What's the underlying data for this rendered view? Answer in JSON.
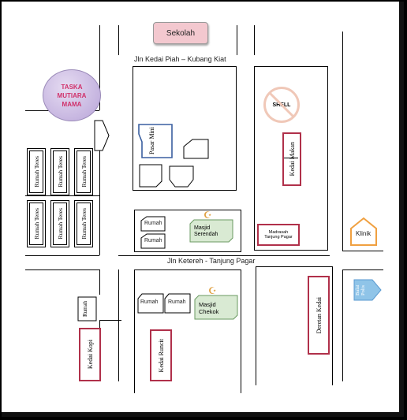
{
  "landmarks": {
    "sekolah": "Sekolah",
    "taska": [
      "TASKA",
      "MUTIARA",
      "MAMA"
    ],
    "pasar_mini": "Pasar Mini",
    "shell": "SHELL",
    "kedai_makan": "Kedai Makan",
    "rumah_teres": "Rumah Teres",
    "rumah": "Rumah",
    "masjid_serendah": [
      "Masjid",
      "Serendah"
    ],
    "madrasah": [
      "Madrasah",
      "Tanjung Pagar"
    ],
    "klinik": "Klinik",
    "masjid_chekok": [
      "Masjid",
      "Chekok"
    ],
    "kedai_kopi": "Kedai Kopi",
    "kedai_runcit": "Kedai Runcit",
    "deretan_kedai": "Deretan Kedai",
    "balai_polis": "Balai Polis"
  },
  "roads": {
    "top": "Jln Kedai Piah – Kubang Kiat",
    "middle": "Jln Ketereh - Tanjung Pagar"
  },
  "colors": {
    "brand_red": "#b0304a",
    "taska_fill": "#c9b8e0",
    "taska_text": "#d0306a",
    "sekolah_fill": "#f3c8cf",
    "masjid_fill": "#d9ead3",
    "klinik_orange": "#f0a040",
    "pasar_blue": "#3a5fa0",
    "balai_blue": "#8fc4e8"
  }
}
